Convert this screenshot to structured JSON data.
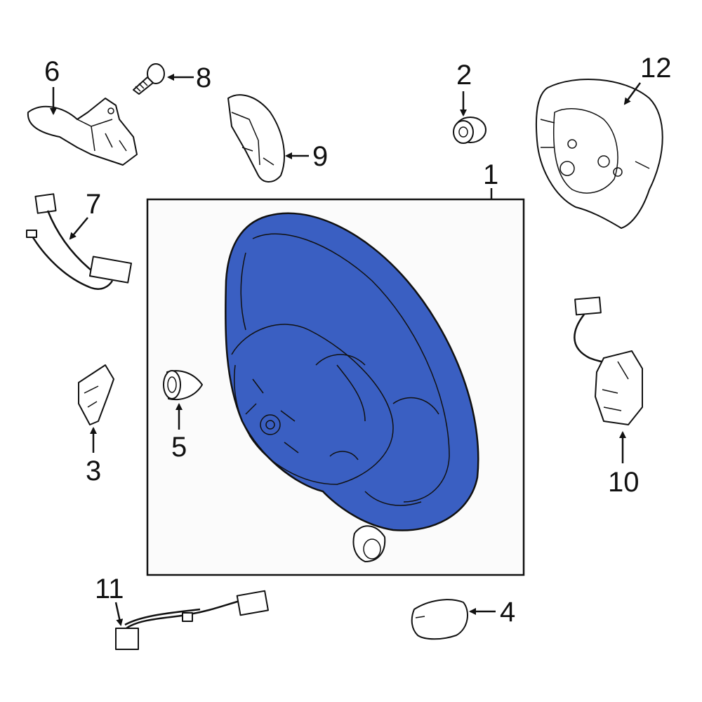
{
  "colors": {
    "highlight": "#3a5fc2",
    "box_fill": "#fbfbfb",
    "line": "#111111"
  },
  "callouts": {
    "c1": "1",
    "c2": "2",
    "c3": "3",
    "c4": "4",
    "c5": "5",
    "c6": "6",
    "c7": "7",
    "c8": "8",
    "c9": "9",
    "c10": "10",
    "c11": "11",
    "c12": "12"
  }
}
